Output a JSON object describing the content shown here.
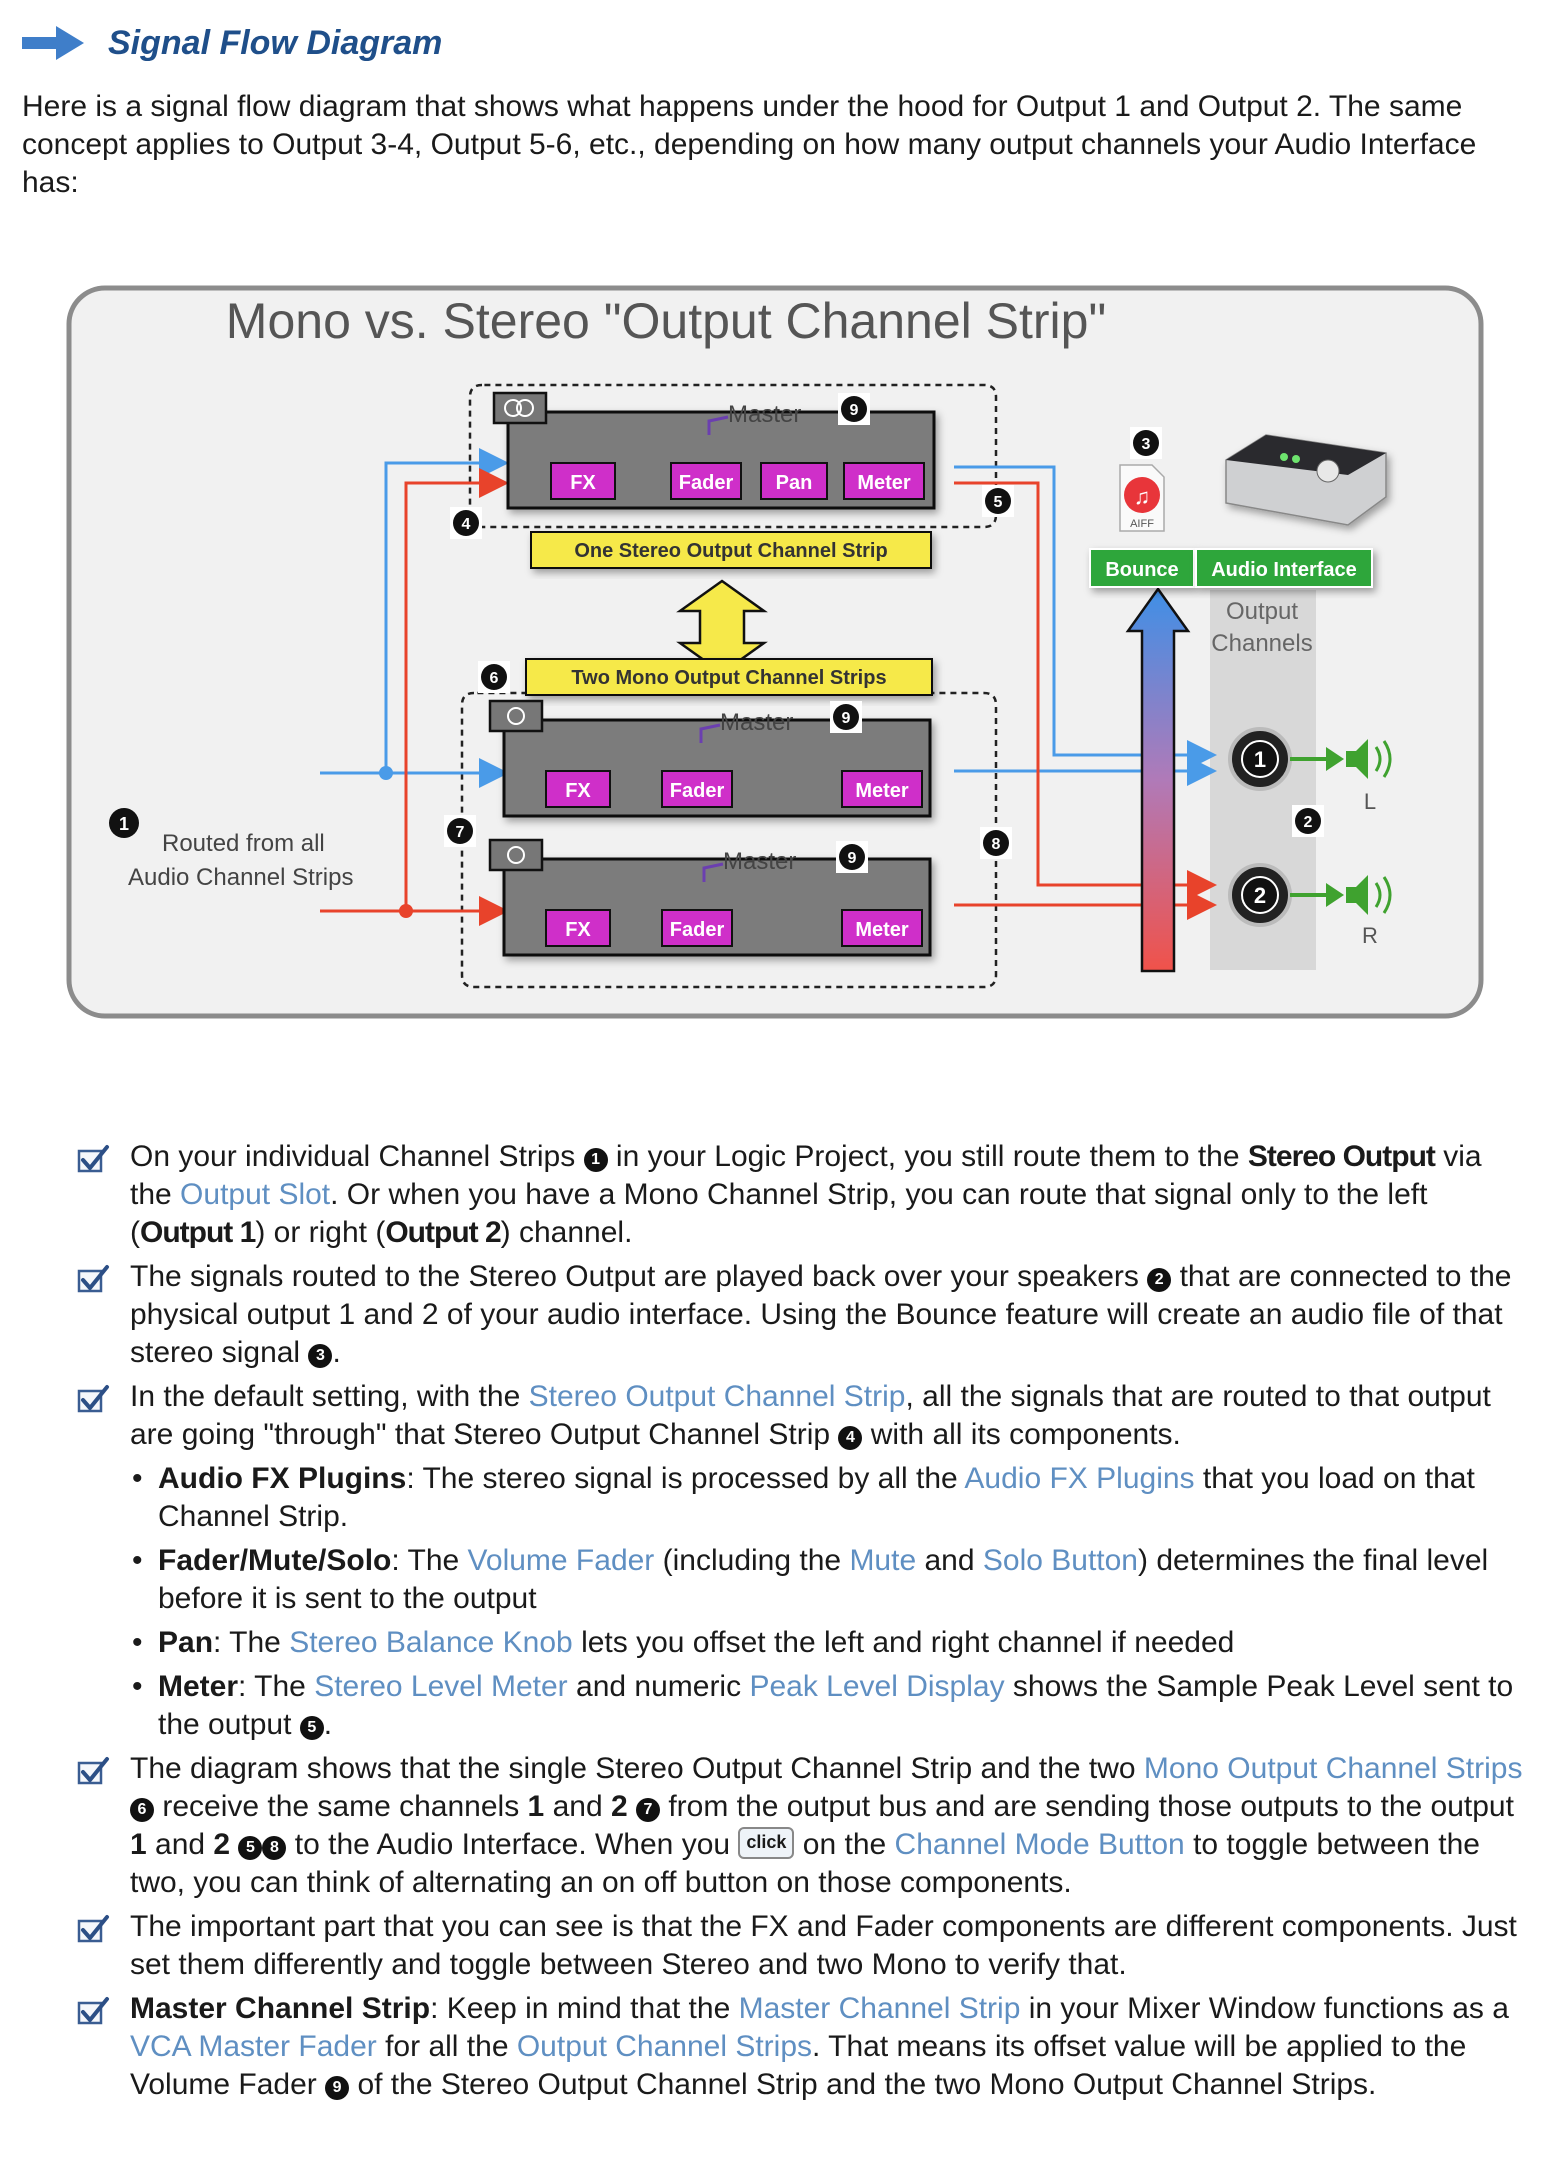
{
  "section": {
    "title": "Signal Flow Diagram",
    "icon": "right-arrow-icon"
  },
  "intro": "Here is a signal flow diagram that shows what happens under the hood for Output 1 and Output 2. The same concept applies to Output 3-4, Output 5-6, etc., depending on how many output channels your Audio Interface has:",
  "diagram": {
    "title": "Mono vs. Stereo \"Output Channel Strip\"",
    "stereo_strip": {
      "label": "One Stereo Output Channel Strip",
      "master": "Master",
      "components": [
        "FX",
        "Fader",
        "Pan",
        "Meter"
      ]
    },
    "mono_strips": {
      "label": "Two Mono Output Channel Strips",
      "master": "Master",
      "components": [
        "FX",
        "Fader",
        "Meter"
      ]
    },
    "routed_from": [
      "Routed from all",
      "Audio Channel Strips"
    ],
    "bounce": "Bounce",
    "aiff": "AIFF",
    "audio_interface": "Audio Interface",
    "output_channels": [
      "Output",
      "Channels"
    ],
    "jack_1": "1",
    "jack_2": "2",
    "speaker_l": "L",
    "speaker_r": "R",
    "markers": [
      "1",
      "2",
      "3",
      "4",
      "5",
      "6",
      "7",
      "8",
      "9"
    ],
    "colors": {
      "left_signal": "#4a9be8",
      "right_signal": "#e8432b",
      "component": "#cf2fc9",
      "label_yellow": "#f6e94a",
      "green_button": "#2fa63a"
    }
  },
  "bullets": [
    {
      "parts": [
        {
          "t": "On your individual Channel Strips "
        },
        {
          "t": "1",
          "s": "num"
        },
        {
          "t": " in your Logic Project, you still route them to the "
        },
        {
          "t": "Stereo Output",
          "s": "cond"
        },
        {
          "t": " via the "
        },
        {
          "t": "Output Slot",
          "s": "lnk"
        },
        {
          "t": ". Or when you have a Mono Channel Strip, you can route that signal only to the left ("
        },
        {
          "t": "Output 1",
          "s": "cond"
        },
        {
          "t": ") or right ("
        },
        {
          "t": "Output 2",
          "s": "cond"
        },
        {
          "t": ") channel."
        }
      ]
    },
    {
      "parts": [
        {
          "t": "The signals routed to the Stereo Output are played back over your speakers "
        },
        {
          "t": "2",
          "s": "num"
        },
        {
          "t": " that are connected to the physical output 1 and 2 of your audio interface. Using the Bounce feature will create an audio file of that stereo signal "
        },
        {
          "t": "3",
          "s": "num"
        },
        {
          "t": "."
        }
      ]
    },
    {
      "parts": [
        {
          "t": "In the default setting, with the "
        },
        {
          "t": "Stereo Output Channel Strip",
          "s": "lnk"
        },
        {
          "t": ", all the signals that are routed to that output are going \"through\" that Stereo Output Channel Strip "
        },
        {
          "t": "4",
          "s": "num"
        },
        {
          "t": " with all its components."
        }
      ],
      "sub": [
        [
          {
            "t": "Audio FX Plugins",
            "s": "bold"
          },
          {
            "t": ": The stereo signal is processed by all the "
          },
          {
            "t": "Audio FX Plugins",
            "s": "lnk"
          },
          {
            "t": " that you load on that Channel Strip."
          }
        ],
        [
          {
            "t": "Fader/Mute/Solo",
            "s": "bold"
          },
          {
            "t": ": The "
          },
          {
            "t": "Volume Fader",
            "s": "lnk"
          },
          {
            "t": " (including the "
          },
          {
            "t": "Mute",
            "s": "lnk"
          },
          {
            "t": " and "
          },
          {
            "t": "Solo Button",
            "s": "lnk"
          },
          {
            "t": ") determines the final level before it is sent to the output"
          }
        ],
        [
          {
            "t": "Pan",
            "s": "bold"
          },
          {
            "t": ": The "
          },
          {
            "t": "Stereo Balance Knob",
            "s": "lnk"
          },
          {
            "t": " lets you offset the left and right channel if needed"
          }
        ],
        [
          {
            "t": "Meter",
            "s": "bold"
          },
          {
            "t": ": The "
          },
          {
            "t": "Stereo Level Meter",
            "s": "lnk"
          },
          {
            "t": " and numeric "
          },
          {
            "t": "Peak Level Display",
            "s": "lnk"
          },
          {
            "t": " shows the Sample Peak Level sent to the output "
          },
          {
            "t": "5",
            "s": "num"
          },
          {
            "t": "."
          }
        ]
      ]
    },
    {
      "parts": [
        {
          "t": "The diagram shows that the single Stereo Output Channel Strip and the two "
        },
        {
          "t": "Mono Output Channel Strips",
          "s": "lnk"
        },
        {
          "t": " "
        },
        {
          "t": "6",
          "s": "num"
        },
        {
          "t": " receive the same channels "
        },
        {
          "t": "1",
          "s": "bold"
        },
        {
          "t": " and "
        },
        {
          "t": "2",
          "s": "bold"
        },
        {
          "t": " "
        },
        {
          "t": "7",
          "s": "num"
        },
        {
          "t": " from the output bus and are sending those outputs to the output "
        },
        {
          "t": "1",
          "s": "bold"
        },
        {
          "t": " and "
        },
        {
          "t": "2",
          "s": "bold"
        },
        {
          "t": " "
        },
        {
          "t": "5",
          "s": "num"
        },
        {
          "t": "8",
          "s": "num"
        },
        {
          "t": " to the Audio Interface. When you "
        },
        {
          "t": "click",
          "s": "click"
        },
        {
          "t": " on the "
        },
        {
          "t": "Channel Mode Button",
          "s": "lnk"
        },
        {
          "t": " to toggle between the two, you can think of alternating an on off button on those components."
        }
      ]
    },
    {
      "parts": [
        {
          "t": "The important part that you can see is that the FX and Fader components are different components. Just set them differently and toggle between Stereo and two Mono to verify that."
        }
      ]
    },
    {
      "parts": [
        {
          "t": "Master Channel Strip",
          "s": "bold"
        },
        {
          "t": ": Keep in mind that the "
        },
        {
          "t": "Master Channel Strip",
          "s": "lnk"
        },
        {
          "t": " in your Mixer Window functions as a "
        },
        {
          "t": "VCA Master Fader",
          "s": "lnk"
        },
        {
          "t": " for all the "
        },
        {
          "t": "Output Channel Strips",
          "s": "lnk"
        },
        {
          "t": ". That means its offset value will be applied to the Volume Fader "
        },
        {
          "t": "9",
          "s": "num"
        },
        {
          "t": " of the Stereo Output Channel Strip and the two Mono Output Channel Strips."
        }
      ]
    }
  ]
}
